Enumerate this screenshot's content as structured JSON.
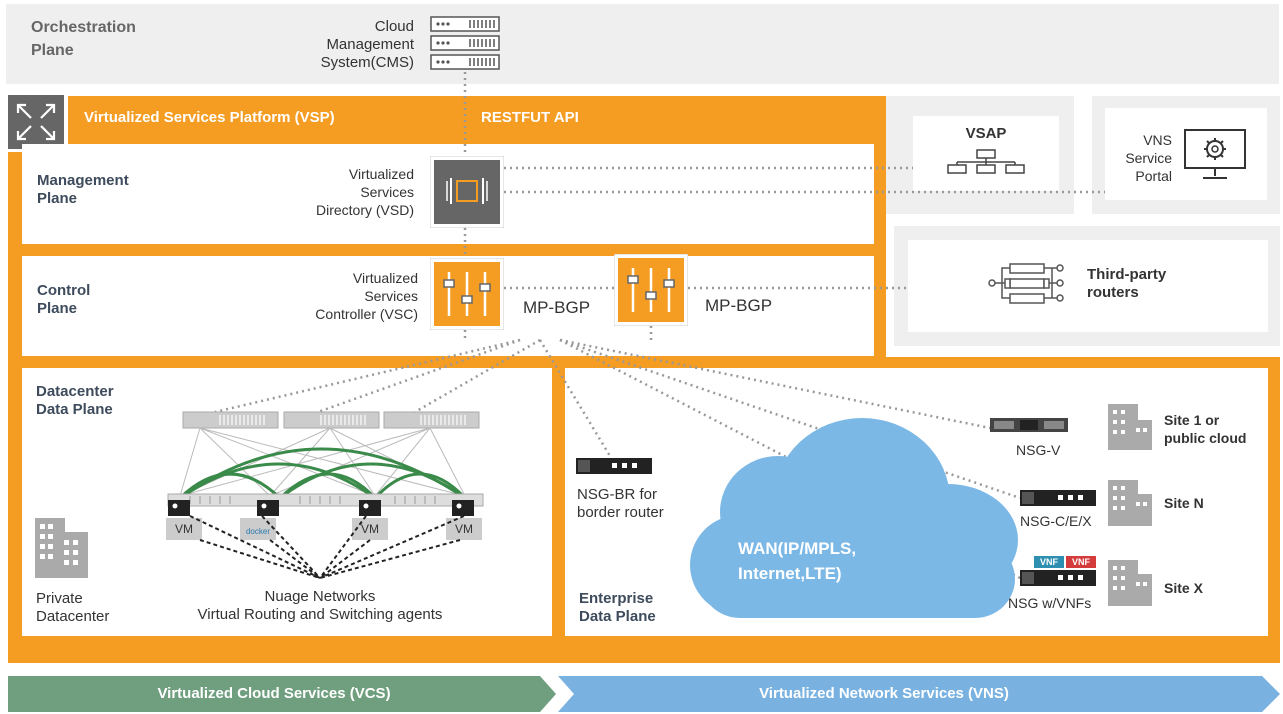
{
  "orchestration": {
    "label_line1": "Orchestration",
    "label_line2": "Plane"
  },
  "cms": {
    "line1": "Cloud",
    "line2": "Management",
    "line3": "System(CMS)"
  },
  "vsp": {
    "title": "Virtualized Services Platform (VSP)",
    "api": "RESTFUT API"
  },
  "management": {
    "line1": "Management",
    "line2": "Plane"
  },
  "vsd": {
    "line1": "Virtualized",
    "line2": "Services",
    "line3": "Directory (VSD)"
  },
  "vsap": {
    "label": "VSAP"
  },
  "vns_portal": {
    "line1": "VNS",
    "line2": "Service",
    "line3": "Portal"
  },
  "control": {
    "line1": "Control",
    "line2": "Plane"
  },
  "vsc": {
    "line1": "Virtualized",
    "line2": "Services",
    "line3": "Controller (VSC)"
  },
  "mpbgp": {
    "label1": "MP-BGP",
    "label2": "MP-BGP"
  },
  "third_party": {
    "line1": "Third-party",
    "line2": "routers"
  },
  "datacenter": {
    "line1": "Datacenter",
    "line2": "Data Plane",
    "vm_labels": [
      "VM",
      "docker",
      "VM",
      "VM"
    ],
    "private_line1": "Private",
    "private_line2": "Datacenter",
    "agents_line1": "Nuage Networks",
    "agents_line2": "Virtual Routing and Switching agents"
  },
  "enterprise": {
    "line1": "Enterprise",
    "line2": "Data Plane",
    "nsgbr_line1": "NSG-BR for",
    "nsgbr_line2": "border router",
    "wan_line1": "WAN(IP/MPLS,",
    "wan_line2": "Internet,LTE)",
    "nsgv": "NSG-V",
    "nsgc": "NSG-C/E/X",
    "nsgvnf": "NSG w/VNFs",
    "vnf1": "VNF",
    "vnf2": "VNF",
    "site1_line1": "Site 1 or",
    "site1_line2": "public cloud",
    "siten": "Site N",
    "sitex": "Site X"
  },
  "footer": {
    "vcs": "Virtualized Cloud Services (VCS)",
    "vns": "Virtualized Network Services (VNS)"
  },
  "colors": {
    "orange": "#f59c22",
    "gray": "#efefef",
    "green": "#6f9f7f",
    "blue": "#79b2e0",
    "wan": "#7cb8e6"
  }
}
